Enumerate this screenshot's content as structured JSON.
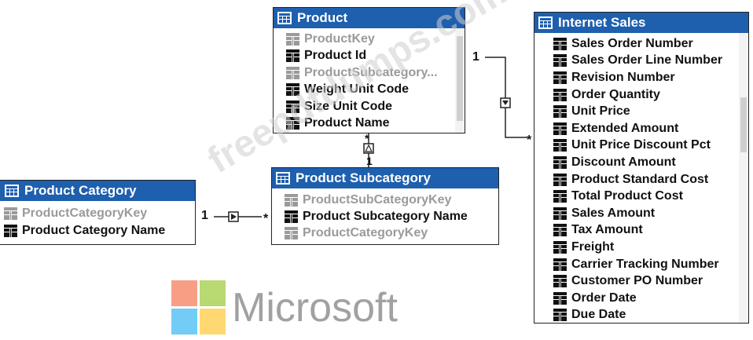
{
  "tables": {
    "product": {
      "title": "Product",
      "fields": [
        {
          "name": "ProductKey",
          "hidden": true
        },
        {
          "name": "Product Id",
          "hidden": false
        },
        {
          "name": "ProductSubcategory...",
          "hidden": true
        },
        {
          "name": "Weight Unit Code",
          "hidden": false
        },
        {
          "name": "Size Unit Code",
          "hidden": false
        },
        {
          "name": "Product Name",
          "hidden": false
        }
      ]
    },
    "internet_sales": {
      "title": "Internet Sales",
      "fields": [
        {
          "name": "Sales Order Number",
          "hidden": false
        },
        {
          "name": "Sales Order Line Number",
          "hidden": false
        },
        {
          "name": "Revision Number",
          "hidden": false
        },
        {
          "name": "Order Quantity",
          "hidden": false
        },
        {
          "name": "Unit Price",
          "hidden": false
        },
        {
          "name": "Extended Amount",
          "hidden": false
        },
        {
          "name": "Unit Price Discount Pct",
          "hidden": false
        },
        {
          "name": "Discount Amount",
          "hidden": false
        },
        {
          "name": "Product Standard Cost",
          "hidden": false
        },
        {
          "name": "Total Product Cost",
          "hidden": false
        },
        {
          "name": "Sales Amount",
          "hidden": false
        },
        {
          "name": "Tax Amount",
          "hidden": false
        },
        {
          "name": "Freight",
          "hidden": false
        },
        {
          "name": "Carrier Tracking Number",
          "hidden": false
        },
        {
          "name": "Customer PO Number",
          "hidden": false
        },
        {
          "name": "Order Date",
          "hidden": false
        },
        {
          "name": "Due Date",
          "hidden": false
        }
      ]
    },
    "product_subcategory": {
      "title": "Product Subcategory",
      "fields": [
        {
          "name": "ProductSubCategoryKey",
          "hidden": true
        },
        {
          "name": "Product Subcategory Name",
          "hidden": false
        },
        {
          "name": "ProductCategoryKey",
          "hidden": true
        }
      ]
    },
    "product_category": {
      "title": "Product Category",
      "fields": [
        {
          "name": "ProductCategoryKey",
          "hidden": true
        },
        {
          "name": "Product Category Name",
          "hidden": false
        }
      ]
    }
  },
  "relationships": {
    "product_to_internet_sales": {
      "one": "1",
      "many": "*"
    },
    "subcategory_to_product": {
      "one": "1",
      "many": "*"
    },
    "category_to_subcategory": {
      "one": "1",
      "many": "*"
    }
  },
  "watermark": "freepdfdumps.com",
  "logo": {
    "text": "Microsoft",
    "colors": [
      "#f25022",
      "#7fba00",
      "#00a4ef",
      "#ffb900"
    ]
  },
  "colors": {
    "header": "#1e5fae",
    "field_hidden": "#9a9a9a"
  }
}
